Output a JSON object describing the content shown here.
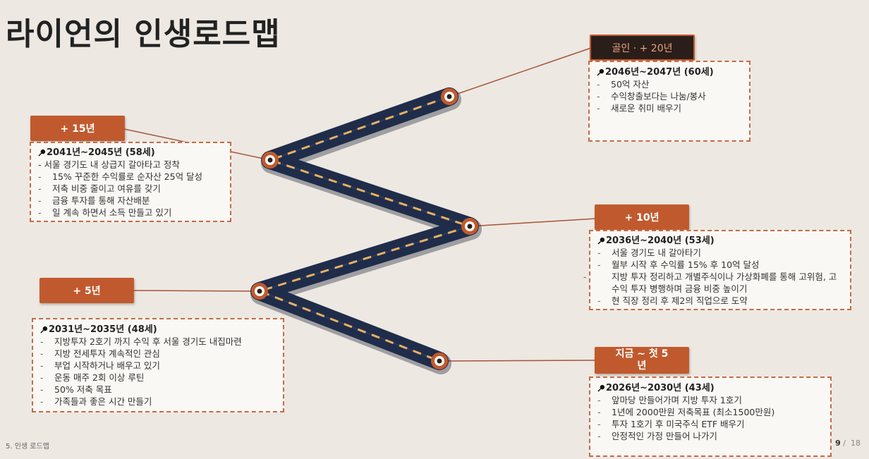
{
  "title": "라이언의 인생로드맵",
  "footer": {
    "section": "5. 인생 로드맵",
    "page": "9",
    "sep": "/",
    "total": "18"
  },
  "stages": [
    {
      "tag": "골인 · + 20년",
      "head": "2046년~2047년 (60세)",
      "items": [
        "50억 자산",
        "수익창출보다는 나눔/봉사",
        "새로운 취미 배우기"
      ]
    },
    {
      "tag": "+ 15년",
      "head": "2041년~2045년 (58세)",
      "items": [
        "서울 경기도 내 상급지 갈아타고 정착",
        "15% 꾸준한 수익률로 순자산 25억 달성",
        "저축 비중 줄이고 여유를 갖기",
        "금융 투자를 통해 자산배분",
        "일 계속 하면서 소득 만들고 있기"
      ]
    },
    {
      "tag": "+ 10년",
      "head": "2036년~2040년 (53세)",
      "items": [
        "서울 경기도 내 갈아타기",
        "월부 시작 후 수익률 15% 후 10억 달성",
        "지방 투자 정리하고 개별주식이나 가상화폐를 통해 고위험, 고수익 투자 병행하며 금융 비중 높이기",
        "현 직장 정리 후 제2의 직업으로 도약"
      ]
    },
    {
      "tag": "+ 5년",
      "head": "2031년~2035년 (48세)",
      "items": [
        "지방투자 2호기 까지 수익 후 서울 경기도 내집마련",
        "지방 전세투자 계속적인 관심",
        "부업 시작하거나 배우고 있기",
        "운동 매주 2회 이상 루틴",
        "50% 저축 목표",
        "가족들과 좋은 시간 만들기"
      ]
    },
    {
      "tag_line1": "지금 ~ 첫 5",
      "tag_line2": "년",
      "head": "2026년~2030년 (43세)",
      "items": [
        "앞마당 만들어가며 지방 투자 1호기",
        "1년에 2000만원 저축목표 (최소1500만원)",
        "투자 1호기 후 미국주식 ETF 배우기",
        "안정적인 가정 만들어 나가기"
      ]
    }
  ],
  "colors": {
    "accent": "#c05a2e",
    "road": "#1f2d4a",
    "road_dash": "#e8b063",
    "background": "#ede8e2"
  }
}
